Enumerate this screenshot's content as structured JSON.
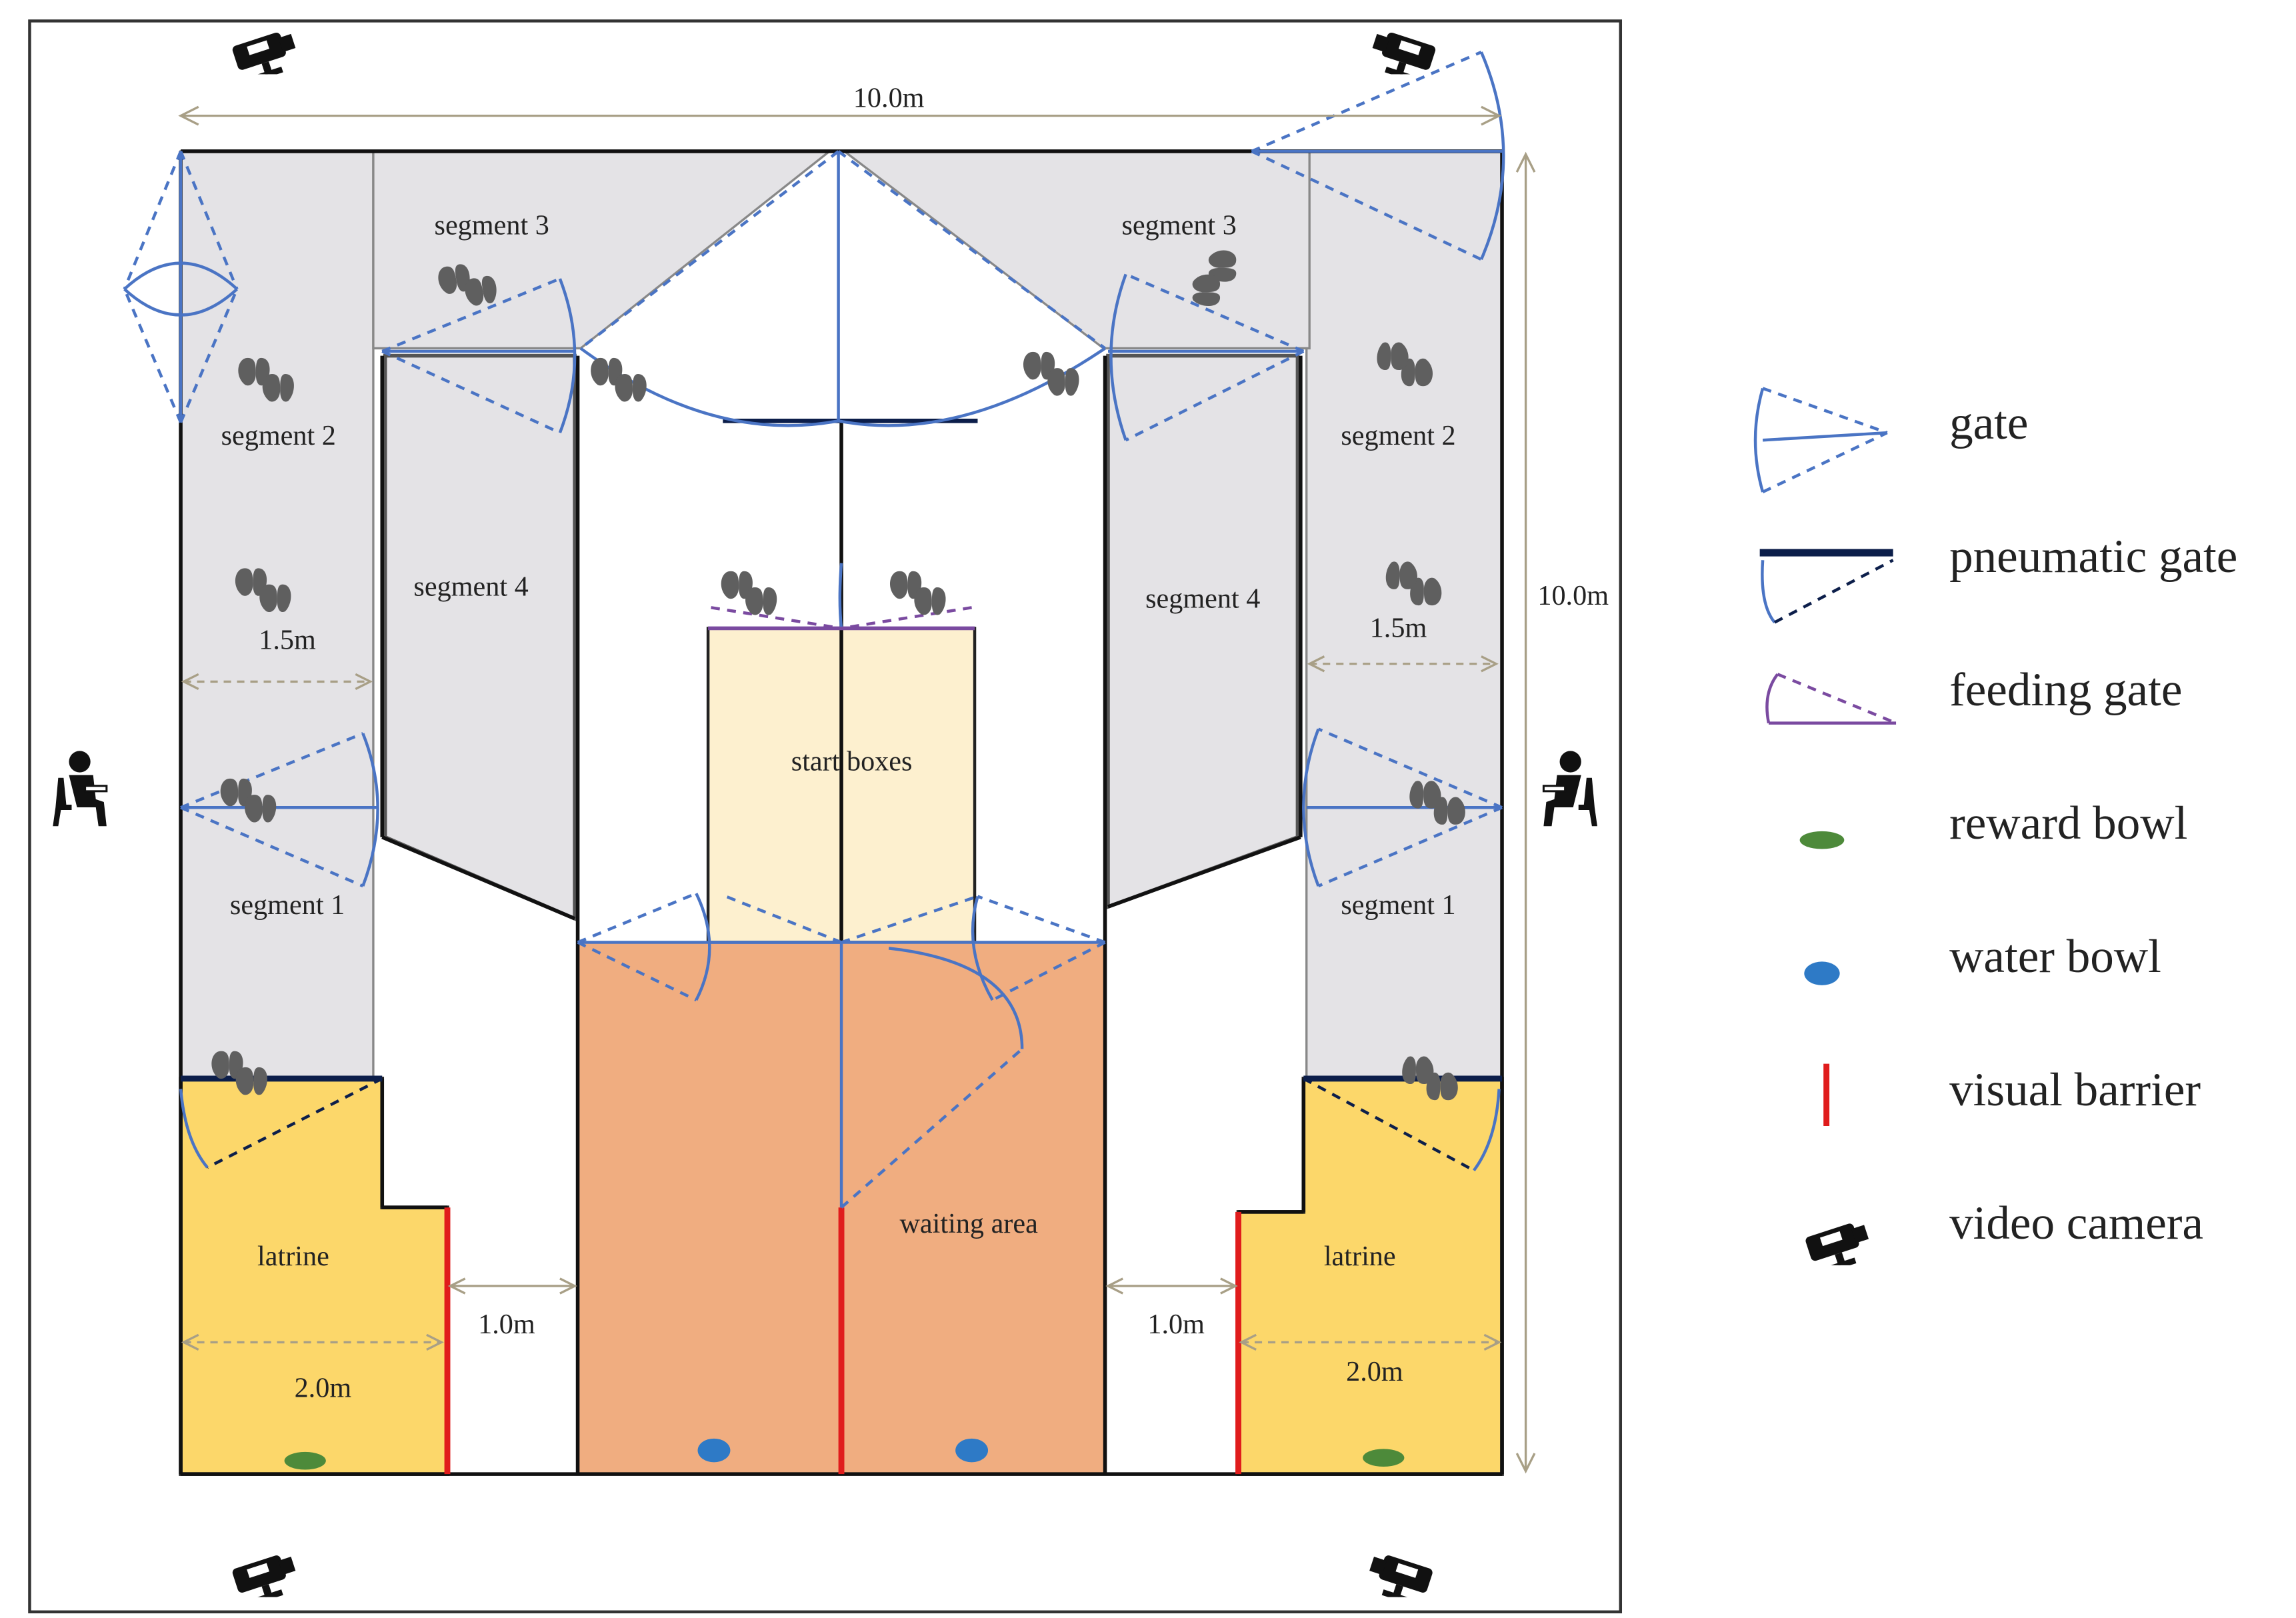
{
  "dimensions": {
    "width_top": "10.0m",
    "height_right": "10.0m",
    "segment_width_left": "1.5m",
    "segment_width_right": "1.5m",
    "corridor_left": "1.0m",
    "corridor_right": "1.0m",
    "latrine_width_left": "2.0m",
    "latrine_width_right": "2.0m"
  },
  "areas": {
    "segment1_left": "segment 1",
    "segment2_left": "segment 2",
    "segment3_left": "segment 3",
    "segment4_left": "segment 4",
    "segment1_right": "segment 1",
    "segment2_right": "segment 2",
    "segment3_right": "segment 3",
    "segment4_right": "segment 4",
    "start_boxes": "start boxes",
    "waiting_area": "waiting area",
    "latrine_left": "latrine",
    "latrine_right": "latrine"
  },
  "legend": [
    {
      "key": "gate",
      "label": "gate"
    },
    {
      "key": "pneumatic_gate",
      "label": "pneumatic gate"
    },
    {
      "key": "feeding_gate",
      "label": "feeding gate"
    },
    {
      "key": "reward_bowl",
      "label": "reward bowl"
    },
    {
      "key": "water_bowl",
      "label": "water bowl"
    },
    {
      "key": "visual_barrier",
      "label": "visual barrier"
    },
    {
      "key": "video_camera",
      "label": "video camera"
    }
  ],
  "colors": {
    "segment_fill": "#e4e3e6",
    "start_box_fill": "#fdf0cf",
    "waiting_fill": "#f0ad80",
    "latrine_fill": "#fcd76a",
    "gate_blue": "#4a74c4",
    "pneumatic": "#0c1e4a",
    "feeding": "#7a4aa0",
    "reward_green": "#4d8a3a",
    "water_blue": "#2e7ac6",
    "barrier_red": "#e01c1c"
  },
  "icons": [
    "video-camera-icon",
    "observer-icon",
    "hoofprint-icon"
  ]
}
